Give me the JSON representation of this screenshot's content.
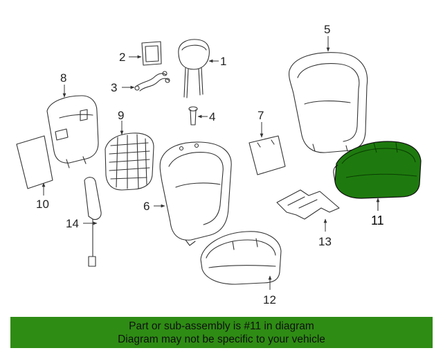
{
  "diagram": {
    "callouts": {
      "c1": "1",
      "c2": "2",
      "c3": "3",
      "c4": "4",
      "c5": "5",
      "c6": "6",
      "c7": "7",
      "c8": "8",
      "c9": "9",
      "c10": "10",
      "c11": "11",
      "c12": "12",
      "c13": "13",
      "c14": "14"
    },
    "highlighted_part": "11",
    "colors": {
      "highlight_fill": "#1e7a0e",
      "line": "#333333",
      "banner_bg": "#2e8c14"
    }
  },
  "banner": {
    "line1": "Part or sub-assembly is #11 in diagram",
    "line2": "Diagram may not be specific to your vehicle"
  }
}
